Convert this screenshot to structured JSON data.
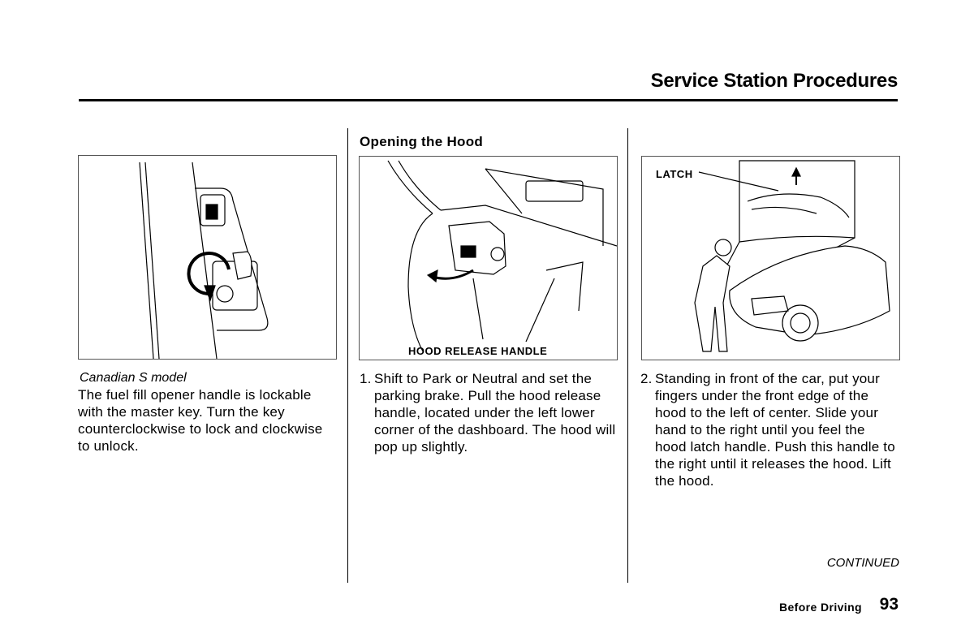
{
  "header": {
    "title": "Service Station Procedures"
  },
  "col1": {
    "figure_caption": "Canadian S model",
    "text": "The fuel fill opener handle is lockable with the master key. Turn the key counterclockwise to lock and clockwise to unlock."
  },
  "col2": {
    "heading": "Opening the Hood",
    "figure_label": "HOOD RELEASE HANDLE",
    "step_num": "1.",
    "step_text": "Shift to Park or Neutral and set the parking brake. Pull the hood release handle, located under the left lower corner of the dashboard. The hood will pop up slightly."
  },
  "col3": {
    "figure_label": "LATCH",
    "step_num": "2.",
    "step_text": "Standing in front of the car, put your fingers under the front edge of the hood to the left of center. Slide your hand to the right until you feel the hood latch handle. Push this handle to the right until it releases the hood. Lift the hood."
  },
  "footer": {
    "continued": "CONTINUED",
    "section": "Before Driving",
    "page": "93"
  }
}
